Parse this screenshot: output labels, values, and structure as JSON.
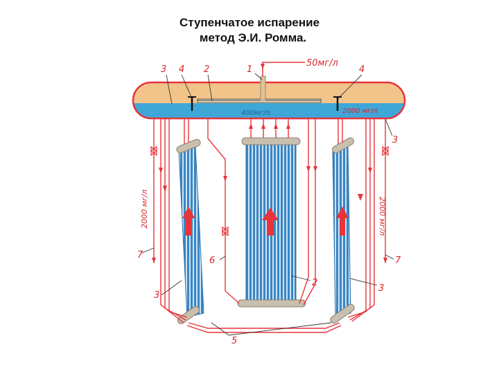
{
  "title_line1": "Ступенчатое испарение",
  "title_line2": "метод Э.И. Ромма.",
  "labels": {
    "feed_rate": "50мг/л",
    "drum_center_conc": "400мг/л",
    "drum_side_conc": "2000 мг/л",
    "left_flow": "2000 мг/л",
    "right_flow": "2000 мг/л",
    "n1": "1",
    "n2_top": "2",
    "n2_bottom": "2",
    "n3_left_top": "3",
    "n3_right_top": "3",
    "n3_left_bottom": "3",
    "n3_right_bottom": "3",
    "n4_left": "4",
    "n4_right": "4",
    "n5": "5",
    "n6": "6",
    "n7_left": "7",
    "n7_right": "7"
  },
  "colors": {
    "drum_steam": "#f2c48a",
    "drum_water": "#3fa6d8",
    "drum_outline": "#e8333a",
    "tube_blue": "#3a86c4",
    "header_gray": "#bfb5a3",
    "pipe_red": "#e8333a"
  }
}
